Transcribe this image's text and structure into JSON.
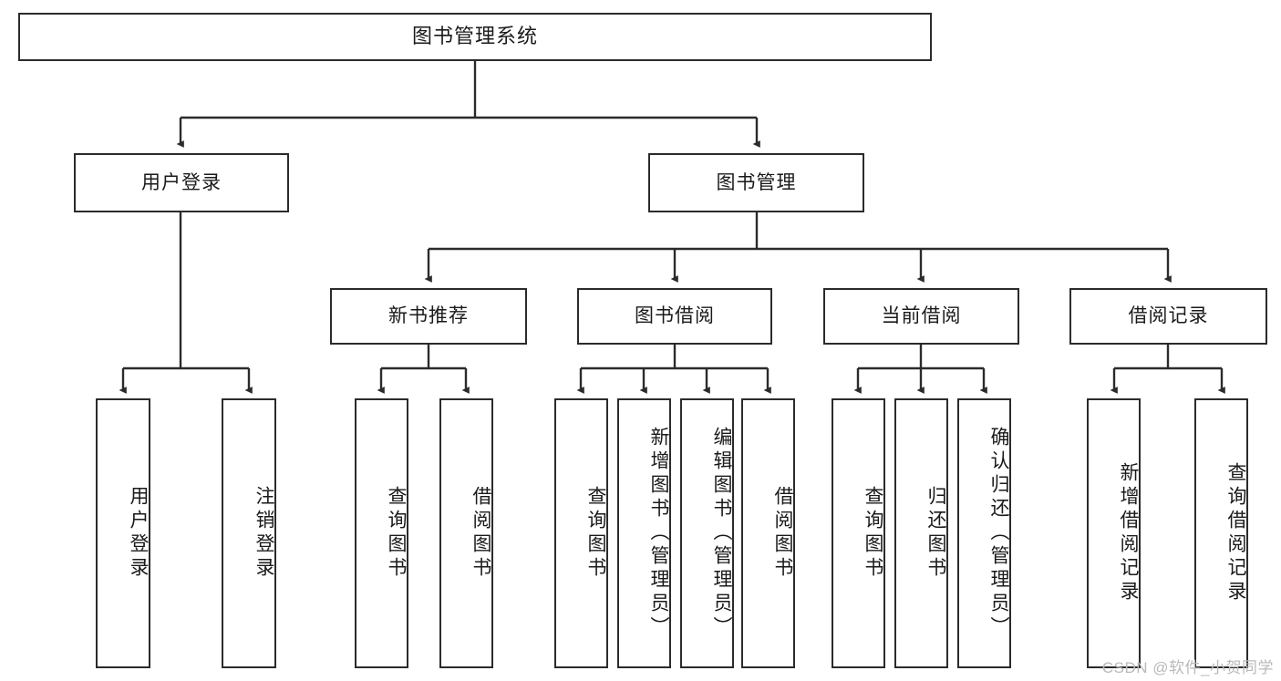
{
  "diagram": {
    "title": "图书管理系统",
    "type": "tree-hierarchy-functional-decomposition",
    "watermark": "CSDN @软件_小贺同学",
    "colors": {
      "box_border": "#2b2b2b",
      "box_fill": "#ffffff",
      "edge": "#2b2b2b",
      "text": "#1a1a1a",
      "watermark": "#b9b9b9"
    },
    "nodes": {
      "root": {
        "label": "图书管理系统"
      },
      "level1": [
        {
          "label": "用户登录"
        },
        {
          "label": "图书管理"
        }
      ],
      "level2": [
        {
          "label": "新书推荐"
        },
        {
          "label": "图书借阅"
        },
        {
          "label": "当前借阅"
        },
        {
          "label": "借阅记录"
        }
      ],
      "leaves": {
        "user_login": [
          {
            "label": "用户登录"
          },
          {
            "label": "注销登录"
          }
        ],
        "new_book_recommend": [
          {
            "label": "查询图书"
          },
          {
            "label": "借阅图书"
          }
        ],
        "book_borrow": [
          {
            "label": "查询图书"
          },
          {
            "label": "新增图书（管理员）"
          },
          {
            "label": "编辑图书（管理员）"
          },
          {
            "label": "借阅图书"
          }
        ],
        "current_borrow": [
          {
            "label": "查询图书"
          },
          {
            "label": "归还图书"
          },
          {
            "label": "确认归还（管理员）"
          }
        ],
        "borrow_record": [
          {
            "label": "新增借阅记录"
          },
          {
            "label": "查询借阅记录"
          }
        ]
      }
    }
  }
}
